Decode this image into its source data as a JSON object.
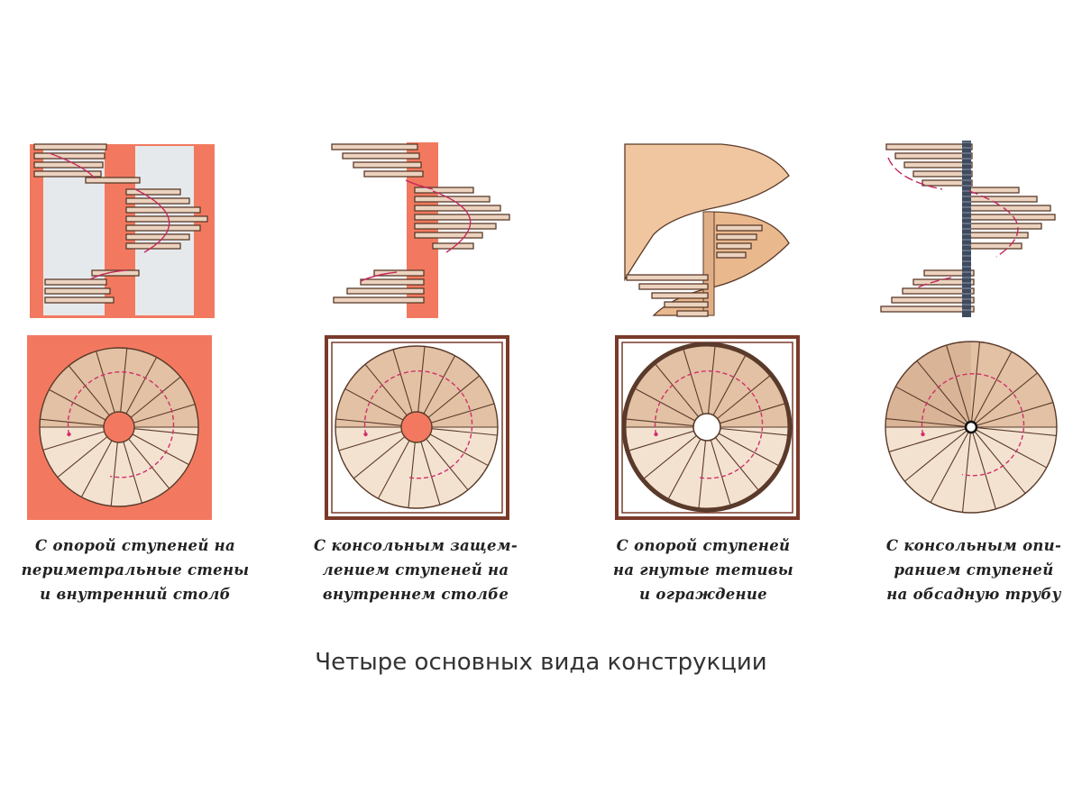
{
  "colors": {
    "wall": "#f2795f",
    "wall_dark": "#7a3a2a",
    "tread": "#ecd3bf",
    "tread_stroke": "#5a3a2a",
    "glass": "#e6e9ec",
    "plan_upper": "#e2c1a4",
    "plan_lower": "#f4e2d0",
    "arrow": "#d0306a",
    "stringer": "#f0c6a0",
    "pipe": "#3e4a5e"
  },
  "panels": [
    {
      "type": "perimeter-walls-and-center-post",
      "icons": [
        "staircase-elevation-icon",
        "staircase-plan-icon"
      ],
      "caption": [
        "С опорой ступеней на",
        "периметральные стены",
        "и внутренний столб"
      ]
    },
    {
      "type": "cantilever-center-post",
      "icons": [
        "staircase-elevation-icon",
        "staircase-plan-icon"
      ],
      "caption": [
        "С консольным защем-",
        "лением ступеней на",
        "внутреннем столбе"
      ]
    },
    {
      "type": "curved-stringers-and-railing",
      "icons": [
        "staircase-elevation-icon",
        "staircase-plan-icon"
      ],
      "caption": [
        "С опорой ступеней",
        "на гнутые тетивы",
        "и ограждение"
      ]
    },
    {
      "type": "cantilever-pipe",
      "icons": [
        "staircase-elevation-icon",
        "staircase-plan-icon"
      ],
      "caption": [
        "С консольным опи-",
        "ранием ступеней",
        "на обсадную трубу"
      ]
    }
  ],
  "footer": "Четыре основных вида конструкции"
}
